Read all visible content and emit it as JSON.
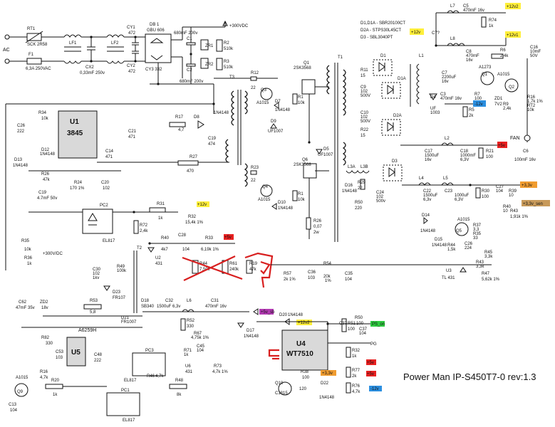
{
  "title": "Power Man IP-S450T7-0 rev:1.3",
  "diode_legend": [
    "D1,D1A - SBR20100CT",
    "D2A - STPS30L45CT",
    "D3 - SBL3040PT"
  ],
  "input": {
    "ac": "AC",
    "rt1": [
      "RT1",
      "SCK 2R58"
    ],
    "f1": [
      "F1",
      "6,3A 250VAC"
    ],
    "lf1": "LF1",
    "lf2": "LF2",
    "cx2": [
      "CX2",
      "0,33mF 250v"
    ],
    "cy1": [
      "CY1",
      "472"
    ],
    "cy2": [
      "CY2",
      "472"
    ],
    "db1": [
      "DB 1",
      "GBU 606"
    ],
    "cy3": "CY3 332",
    "c1": "C1",
    "c2": "C2",
    "c1_value": "680mF 200v",
    "c2_value": "680mF 200v",
    "zr1": "ZR1",
    "zr2": "ZR2",
    "r2": [
      "R2",
      "510k"
    ],
    "r3": [
      "R3",
      "510k"
    ],
    "hv": "+300VDC"
  },
  "rails": {
    "p12v2": "+12v2",
    "p12v1": "+12v1",
    "p12v": "+12v",
    "m12v": "-12v",
    "p5v": "+5v",
    "p3v3": "+3,3v",
    "p3v3sen": "+3,3v_sen",
    "p5vsb": "+5v_sb",
    "ps_on": "PS_on",
    "pg": "PG",
    "hv": "+300V/DC"
  },
  "labels": [
    "L7",
    "C5",
    "470mF 16v",
    "R74",
    "1k",
    "C7",
    "2200uF",
    "16v",
    "L8",
    "C8",
    "470mF",
    "16v",
    "R6",
    "2,4k",
    "C16",
    "10mF",
    "50V",
    "A1273",
    "A1015",
    "R8",
    "2,4k",
    "R7",
    "100",
    "Q1",
    "Q2",
    "ZD1",
    "7V2",
    "R9",
    "2,4k",
    "R10",
    "100",
    "R16",
    "1,7k 1%",
    "RT2",
    "10k",
    "D1",
    "D1A",
    "L1",
    "T1",
    "R11",
    "15",
    "C9",
    "102",
    "500V",
    "D4",
    "UF",
    "1003",
    "C3",
    "470mF 16v",
    "R5",
    "2k",
    "C10",
    "102",
    "500V",
    "R22",
    "15",
    "D2A",
    "C17",
    "1500uF",
    "16v",
    "C18",
    "1000mF",
    "6,3V",
    "R21",
    "100",
    "FAN",
    "C6",
    "100mF 16v",
    "L3A",
    "L3B",
    "D16",
    "1N4148",
    "R29",
    "22",
    "C24",
    "102",
    "500v",
    "D3",
    "L4",
    "L5",
    "C22",
    "1500uF",
    "6,3v",
    "C23",
    "1000uF",
    "6,3v",
    "R30",
    "100",
    "C27",
    "104",
    "R39",
    "10",
    "R40",
    "10",
    "R41",
    "1,91k 1%",
    "D14",
    "1N4148",
    "A1015",
    "R37",
    "3,3",
    "R35",
    "33",
    "D15",
    "1N4148",
    "Q5",
    "R44",
    "1,5k",
    "C26",
    "224",
    "R45",
    "3,3k",
    "R43",
    "3,3k",
    "U3",
    "TL 431",
    "R47",
    "5,62k 1%",
    "R12",
    "22",
    "Q1",
    "2SK3568",
    "D7",
    "1N4148",
    "R1",
    "10k",
    "D9",
    "UF1007",
    "D5",
    "UF1007",
    "Q6",
    "2SK3568",
    "R23",
    "22",
    "R1",
    "10k",
    "D10",
    "1N4148",
    "Q4",
    "A1015",
    "R26",
    "0,07",
    "2w",
    "T3",
    "U1",
    "3845",
    "R34",
    "10k",
    "C26",
    "222",
    "D12",
    "1N4148",
    "D13",
    "1N4148",
    "C21",
    "471",
    "C14",
    "471",
    "R17",
    "4,7",
    "D8",
    "1N4148",
    "C19",
    "474",
    "R27",
    "470",
    "R26",
    "47k",
    "R24",
    "170 1%",
    "C20",
    "102",
    "C19",
    "4,7mF 50v",
    "PC2",
    "EL817",
    "R31",
    "1k",
    "R72",
    "2,4k",
    "R32",
    "15,4k 1%",
    "R35",
    "10k",
    "R36",
    "1k",
    "U2",
    "431",
    "R40",
    "4k7",
    "C28",
    "104",
    "R33",
    "6,19k 1%",
    "T2",
    "C30",
    "102",
    "1kv",
    "R49",
    "100k",
    "D23",
    "FR107",
    "D21",
    "FR1007",
    "R53",
    "5,8",
    "R44",
    "7,50k",
    "R61",
    "240k",
    "R19",
    "47k",
    "R57",
    "2k 1%",
    "C36",
    "103",
    "R54",
    "20k",
    "1%",
    "C35",
    "104",
    "C62",
    "47mF 35v",
    "ZD2",
    "18v",
    "R82",
    "330",
    "C53",
    "103",
    "C48",
    "222",
    "A6259H",
    "U5",
    "D18",
    "SB340",
    "C32",
    "1500uF 6,3v",
    "L6",
    "C31",
    "470mF 16v",
    "R52",
    "330",
    "R67",
    "4,75k 1%",
    "R71",
    "1k",
    "U6",
    "431",
    "C45",
    "104",
    "R73",
    "4,7k 1%",
    "D17",
    "1N4148",
    "D20",
    "1N4148",
    "R51",
    "100",
    "R50",
    "100",
    "C37",
    "104",
    "U4",
    "WT7510",
    "R32",
    "1k",
    "R77",
    "2k",
    "R76",
    "4,7k",
    "R38",
    "100",
    "D22",
    "1N4148",
    "Q10",
    "C1815",
    "120",
    "PC3",
    "EL817",
    "PC1",
    "EL817",
    "R46",
    "4,7k",
    "R48",
    "8k",
    "R16",
    "4,7k",
    "R20",
    "1k",
    "Q9",
    "A1015",
    "C13",
    "104",
    "2k"
  ]
}
